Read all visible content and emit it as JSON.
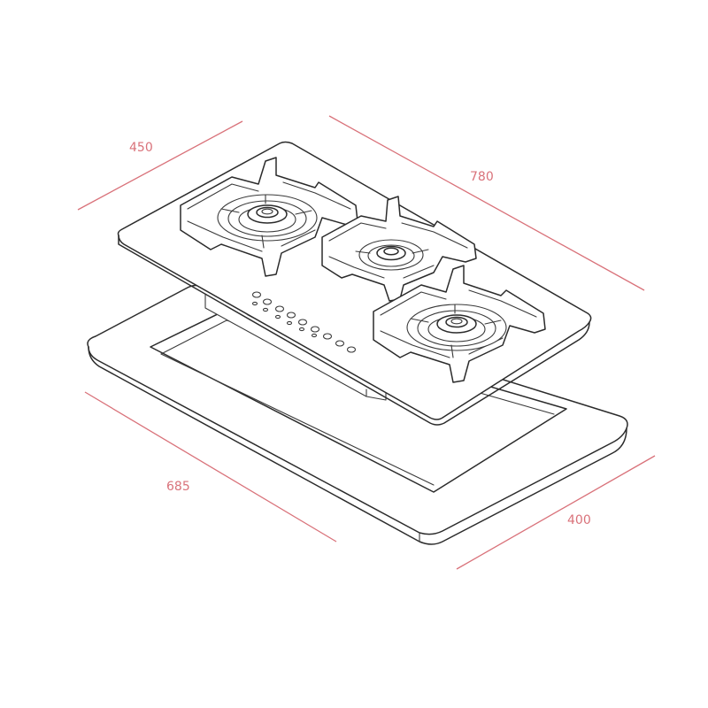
{
  "dimensions": {
    "top_depth": "450",
    "top_width": "780",
    "cutout_width": "685",
    "cutout_depth": "400"
  },
  "colors": {
    "dimension": "#d9727a",
    "line_art": "#2b2b2b"
  }
}
